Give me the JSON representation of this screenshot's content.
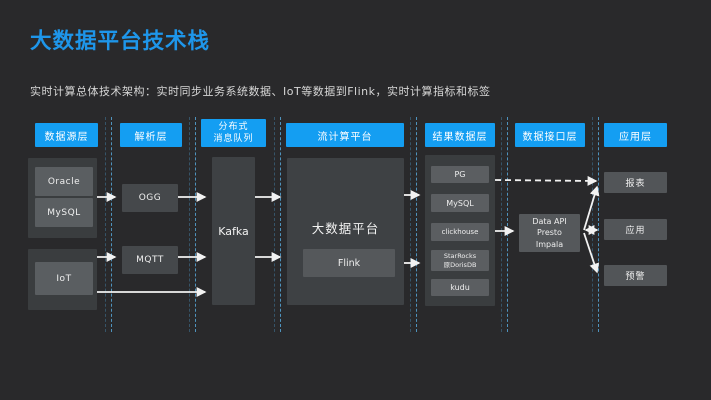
{
  "slide": {
    "title": "大数据平台技术栈",
    "subtitle": "实时计算总体技术架构：实时同步业务系统数据、IoT等数据到Flink，实时计算指标和标签"
  },
  "colors": {
    "background": "#29292b",
    "title_blue": "#1e96ea",
    "header_blue": "#149ef2",
    "container_gray": "#3a3d3f",
    "inner_box_gray": "#5a5e61",
    "big_box_gray": "#3e4144",
    "light_box_gray": "#55585b",
    "arrow_white": "#f2f2f2",
    "separator_blue": "#4f93bd"
  },
  "headers": [
    {
      "label": "数据源层"
    },
    {
      "label": "解析层"
    },
    {
      "label": "分布式",
      "label2": "消息队列"
    },
    {
      "label": "流计算平台"
    },
    {
      "label": "结果数据层"
    },
    {
      "label": "数据接口层"
    },
    {
      "label": "应用层"
    }
  ],
  "source_layer": {
    "db_group": [
      "Oracle",
      "MySQL"
    ],
    "iot_group": [
      "IoT"
    ]
  },
  "parse_layer": {
    "ogg": "OGG",
    "mqtt": "MQTT"
  },
  "queue_layer": {
    "kafka": "Kafka"
  },
  "stream_layer": {
    "platform": "大数据平台",
    "engine": "Flink"
  },
  "result_layer": {
    "pg": "PG",
    "mysql": "MySQL",
    "clickhouse": "clickhouse",
    "starrocks_line1": "StarRocks",
    "starrocks_line2": "原DorisDB",
    "kudu": "kudu"
  },
  "interface_layer": {
    "line1": "Data API",
    "line2": "Presto",
    "line3": "Impala"
  },
  "app_layer": {
    "report": "报表",
    "application": "应用",
    "alert": "预警"
  }
}
